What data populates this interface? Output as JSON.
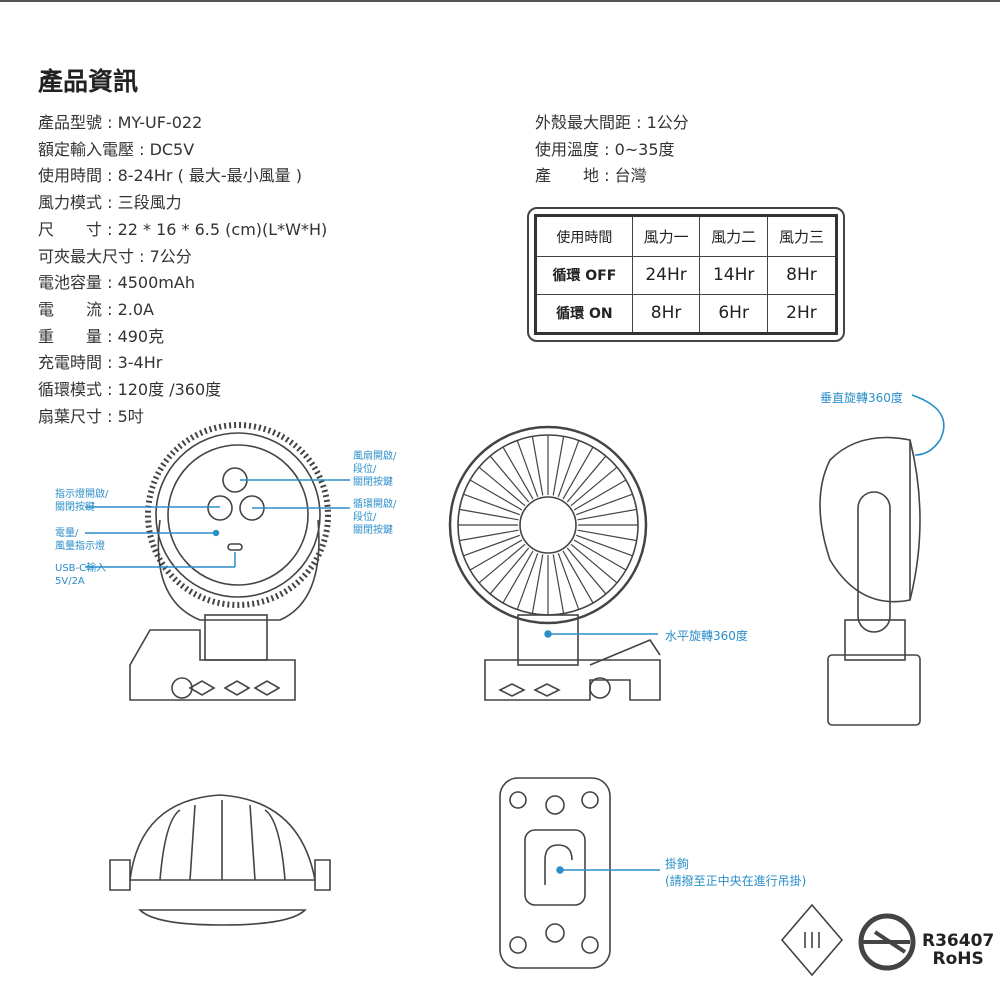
{
  "title": "產品資訊",
  "specs_left": [
    "產品型號 : MY-UF-022",
    "額定輸入電壓 : DC5V",
    "使用時間 : 8-24Hr ( 最大-最小風量 )",
    "風力模式 : 三段風力",
    "尺　　寸 : 22 * 16 * 6.5 (cm)(L*W*H)",
    "可夾最大尺寸 : 7公分",
    "電池容量 : 4500mAh",
    "電　　流 : 2.0A",
    "重　　量 : 490克",
    "充電時間 : 3-4Hr",
    "循環模式 : 120度  /360度",
    "扇葉尺寸 : 5吋"
  ],
  "specs_right": [
    "外殼最大間距 : 1公分",
    "使用溫度 : 0~35度",
    "產　　地 : 台灣"
  ],
  "table": {
    "headers": [
      "使用時間",
      "風力一",
      "風力二",
      "風力三"
    ],
    "rows": [
      {
        "label": "循環 OFF",
        "values": [
          "24Hr",
          "14Hr",
          "8Hr"
        ]
      },
      {
        "label": "循環 ON",
        "values": [
          "8Hr",
          "6Hr",
          "2Hr"
        ]
      }
    ]
  },
  "callouts": {
    "indicator_btn": "指示燈開啟/\n關閉按鍵",
    "battery_led": "電量/\n風量指示燈",
    "usbc": "USB-C輸入\n5V/2A",
    "fan_btn": "風扇開啟/\n段位/\n關閉按鍵",
    "cycle_btn": "循環開啟/\n段位/\n關閉按鍵",
    "horizontal": "水平旋轉360度",
    "vertical": "垂直旋轉360度",
    "hook": "掛鉤\n(請撥至正中央在進行吊掛)"
  },
  "certification": {
    "code": "R36407",
    "rohs": "RoHS"
  },
  "colors": {
    "accent": "#2a8ec8",
    "text": "#333333"
  }
}
